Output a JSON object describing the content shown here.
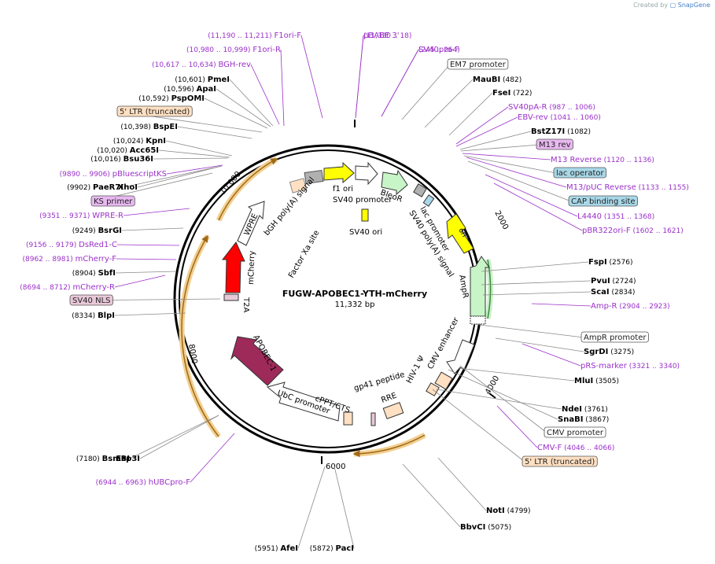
{
  "watermark": {
    "prefix": "Created by",
    "brand": "SnapGene"
  },
  "map": {
    "name": "FUGW-APOBEC1-YTH-mCherry",
    "length_label": "11,332 bp",
    "total_bp": 11332
  },
  "ticks": [
    "2000",
    "4000",
    "6000",
    "8000",
    "10,000"
  ],
  "colors": {
    "site": "#000000",
    "primer": "#9b30c9",
    "leader": "#8a8a8a",
    "mcherry": "#ff0000",
    "apobec": "#9e2a5a",
    "feature_green": "#c8f5c8",
    "ori": "#ffff00",
    "ltr": "#ffe0c2",
    "backbone_orange": "#f0b860"
  },
  "labels": [
    {
      "type": "primer",
      "range": "(11,190 .. 11,211)",
      "name": "F1ori-F"
    },
    {
      "type": "primer",
      "range": "",
      "name": "pBABE 3'"
    },
    {
      "type": "primer",
      "range": "(11,330 .. 18)",
      "name": ""
    },
    {
      "type": "primer",
      "range": "(10,980 .. 10,999)",
      "name": "F1ori-R"
    },
    {
      "type": "primer",
      "range": "",
      "name": "SV40pro-F"
    },
    {
      "type": "primer",
      "range": "(245 .. 264)",
      "name": ""
    },
    {
      "type": "primer",
      "range": "(10,617 .. 10,634)",
      "name": "BGH-rev"
    },
    {
      "type": "box",
      "name": "EM7 promoter",
      "fill": "#ffffff"
    },
    {
      "type": "site",
      "range": "(10,601)",
      "name": "PmeI"
    },
    {
      "type": "site",
      "name": "MauBI",
      "range": "(482)"
    },
    {
      "type": "site",
      "range": "(10,596)",
      "name": "ApaI"
    },
    {
      "type": "site",
      "range": "(10,592)",
      "name": "PspOMI"
    },
    {
      "type": "site",
      "name": "FseI",
      "range": "(722)"
    },
    {
      "type": "box",
      "name": "5' LTR (truncated)",
      "fill": "#ffe0c2"
    },
    {
      "type": "primer",
      "name": "SV40pA-R",
      "range": "(987 .. 1006)"
    },
    {
      "type": "primer",
      "name": "EBV-rev",
      "range": "(1041 .. 1060)"
    },
    {
      "type": "site",
      "range": "(10,398)",
      "name": "BspEI"
    },
    {
      "type": "site",
      "name": "BstZ17I",
      "range": "(1082)"
    },
    {
      "type": "site",
      "range": "(10,024)",
      "name": "KpnI"
    },
    {
      "type": "box",
      "name": "M13 rev",
      "fill": "#e8b8f0"
    },
    {
      "type": "site",
      "range": "(10,020)",
      "name": "Acc65I"
    },
    {
      "type": "site",
      "range": "(10,016)",
      "name": "Bsu36I"
    },
    {
      "type": "primer",
      "name": "M13 Reverse",
      "range": "(1120 .. 1136)"
    },
    {
      "type": "primer",
      "range": "(9890 .. 9906)",
      "name": "pBluescriptKS"
    },
    {
      "type": "box",
      "name": "lac operator",
      "fill": "#a8d8e8"
    },
    {
      "type": "site",
      "range": "(9902)",
      "name": "PaeR7I"
    },
    {
      "type": "site",
      "name": "XhoI",
      "range": ""
    },
    {
      "type": "primer",
      "name": "M13/pUC Reverse",
      "range": "(1133 .. 1155)"
    },
    {
      "type": "box",
      "name": "KS primer",
      "fill": "#e8b8f0"
    },
    {
      "type": "box",
      "name": "CAP binding site",
      "fill": "#a8d8e8"
    },
    {
      "type": "primer",
      "range": "(9351 .. 9371)",
      "name": "WPRE-R"
    },
    {
      "type": "primer",
      "name": "L4440",
      "range": "(1351 .. 1368)"
    },
    {
      "type": "site",
      "range": "(9249)",
      "name": "BsrGI"
    },
    {
      "type": "primer",
      "name": "pBR322ori-F",
      "range": "(1602 .. 1621)"
    },
    {
      "type": "primer",
      "range": "(9156 .. 9179)",
      "name": "DsRed1-C"
    },
    {
      "type": "primer",
      "range": "(8962 .. 8981)",
      "name": "mCherry-F"
    },
    {
      "type": "site",
      "name": "FspI",
      "range": "(2576)"
    },
    {
      "type": "site",
      "range": "(8904)",
      "name": "SbfI"
    },
    {
      "type": "site",
      "name": "PvuI",
      "range": "(2724)"
    },
    {
      "type": "primer",
      "range": "(8694 .. 8712)",
      "name": "mCherry-R"
    },
    {
      "type": "site",
      "name": "ScaI",
      "range": "(2834)"
    },
    {
      "type": "box",
      "name": "SV40 NLS",
      "fill": "#e8c8d8"
    },
    {
      "type": "primer",
      "name": "Amp-R",
      "range": "(2904 .. 2923)"
    },
    {
      "type": "site",
      "range": "(8334)",
      "name": "BlpI"
    },
    {
      "type": "box",
      "name": "AmpR promoter",
      "fill": "#ffffff"
    },
    {
      "type": "site",
      "name": "SgrDI",
      "range": "(3275)"
    },
    {
      "type": "primer",
      "name": "pRS-marker",
      "range": "(3321 .. 3340)"
    },
    {
      "type": "site",
      "name": "MluI",
      "range": "(3505)"
    },
    {
      "type": "site",
      "name": "NdeI",
      "range": "(3761)"
    },
    {
      "type": "site",
      "name": "SnaBI",
      "range": "(3867)"
    },
    {
      "type": "box",
      "name": "CMV promoter",
      "fill": "#ffffff"
    },
    {
      "type": "primer",
      "name": "CMV-F",
      "range": "(4046 .. 4066)"
    },
    {
      "type": "box",
      "name": "5' LTR (truncated)",
      "fill": "#ffe0c2"
    },
    {
      "type": "site",
      "range": "(7180)",
      "name": "BsmBI"
    },
    {
      "type": "site",
      "name": "Esp3I",
      "range": ""
    },
    {
      "type": "primer",
      "range": "(6944 .. 6963)",
      "name": "hUBCpro-F"
    },
    {
      "type": "site",
      "name": "NotI",
      "range": "(4799)"
    },
    {
      "type": "site",
      "name": "BbvCI",
      "range": "(5075)"
    },
    {
      "type": "site",
      "range": "(5951)",
      "name": "AfeI"
    },
    {
      "type": "site",
      "name": "PacI",
      "range": "(5872)"
    }
  ],
  "features": [
    {
      "name": "bGH poly(A) signal"
    },
    {
      "name": "f1 ori"
    },
    {
      "name": "BleoR"
    },
    {
      "name": "SV40 promoter"
    },
    {
      "name": "SV40 ori"
    },
    {
      "name": "lac promoter"
    },
    {
      "name": "SV40 poly(A) signal"
    },
    {
      "name": "ori"
    },
    {
      "name": "AmpR"
    },
    {
      "name": "WPRE"
    },
    {
      "name": "Factor Xa site"
    },
    {
      "name": "mCherry"
    },
    {
      "name": "T2A"
    },
    {
      "name": "APOBEC-1"
    },
    {
      "name": "CMV enhancer"
    },
    {
      "name": "HIV-1 Ψ"
    },
    {
      "name": "gp41 peptide"
    },
    {
      "name": "RRE"
    },
    {
      "name": "cPPT/CTS"
    },
    {
      "name": "UbC promoter"
    }
  ]
}
